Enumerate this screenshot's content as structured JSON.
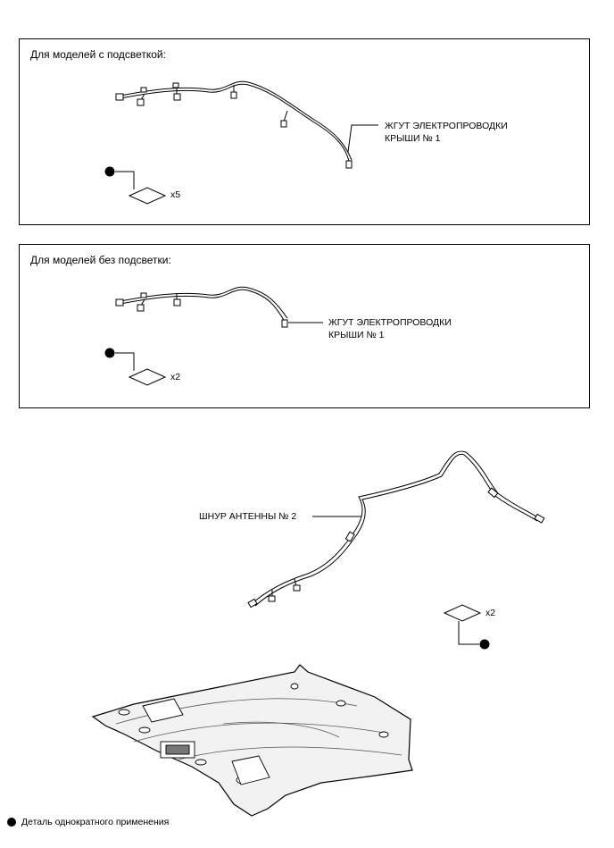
{
  "panel_lit": {
    "title": "Для моделей с подсветкой:",
    "callout_line1": "ЖГУТ ЭЛЕКТРОПРОВОДКИ",
    "callout_line2": "КРЫШИ № 1",
    "clip_qty": "x5"
  },
  "panel_unlit": {
    "title": "Для моделей без подсветки:",
    "callout_line1": "ЖГУТ ЭЛЕКТРОПРОВОДКИ",
    "callout_line2": "КРЫШИ № 1",
    "clip_qty": "x2"
  },
  "antenna": {
    "label": "ШНУР АНТЕННЫ № 2",
    "clip_qty": "x2"
  },
  "legend": {
    "text": "Деталь однократного применения"
  },
  "colors": {
    "line": "#000000",
    "fill": "#ffffff",
    "headliner_fill": "#f2f2f2"
  }
}
